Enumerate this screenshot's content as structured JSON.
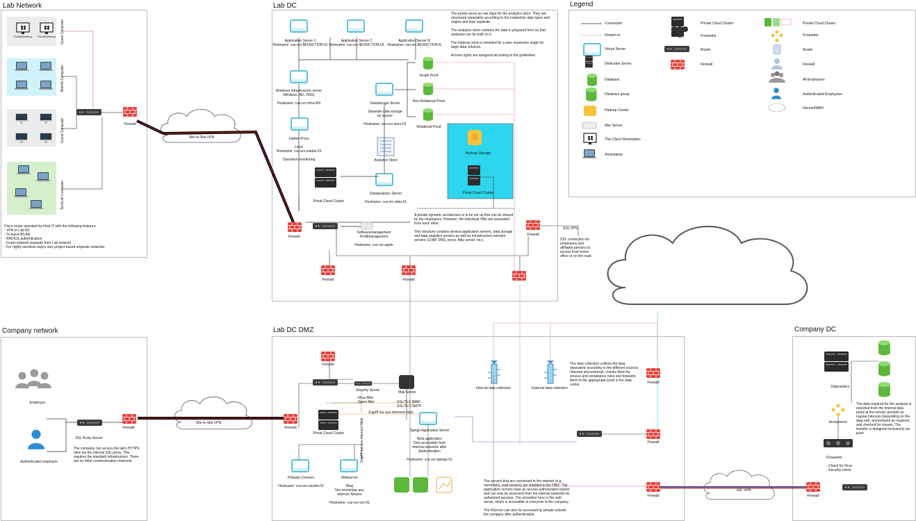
{
  "panels": {
    "lab_network": "Lab Network",
    "lab_dc": "Lab DC",
    "legend": "Legend",
    "company_network": "Company network",
    "lab_dc_dmz": "Lab DC DMZ",
    "company_dc": "Company DC"
  },
  "lab_network": {
    "pc1": "PowerDesktop",
    "pc2": "PowerDesktop",
    "group_labels": [
      "Guest Computer",
      "Bioinfo Computer",
      "Guest Computer",
      "TechLab Computer"
    ],
    "firewall": "Firewall",
    "vpn": "Site-to-Site VPN",
    "notes": "Cisco router operated by Host IT with the following features:\n- VPN to Lab RZ\n- Tri-band WLAN\n- RADIUS authentication\n- Guest network separate from Lab network\n- For highly sensitive topics also project based separate networks"
  },
  "lab_dc": {
    "app1": "Application Server 1\nHostname: cus-srv-$FUNCTION-01",
    "app2": "Application Server 2\nHostname: cus-srv-$FUNCTION-03",
    "appn": "Application Server N\nHostname: cus-srv-$FUNCTION-N",
    "winsrv": "Windows Infrastructure server\nWindows (AD, DNS)\n\nHostname: cus-srv-infra-NN",
    "datastorage": "Datastorage Server\n\nSeparate data storage\nby source\n\nHostname: cus-srv-store-01",
    "zabbix": "Zabbix Proxy\n\nLinux\nHostname: cus-srv-zabbix-01\n\nOperation monitoring",
    "graph": "Graph Pond",
    "nonrel": "Non-Relational Pond",
    "rel": "Relational Pond",
    "analytics_store": "Analytics Store",
    "private_cluster": "Privat Cloud Cluster",
    "dataanalytics": "Dataanalytics Server\n\nHostname: cus-srv-data-01",
    "hadoop": "Hadoop Storage",
    "hadoop_cluster": "Privat Cloud Cluster",
    "software": "Softwaremanagement\nProfilmanagement\n\nHostname: cus-srv-apple",
    "firewall": "Firewall",
    "note_top": "The ponds serve as raw input for the analytics store. They are structured separately according to the respective data types and origins and kept separate.\n\nThe analytics store contains the data in prepared form so that analyses can be built on it.\n\nThe Hadoop store is intended for a later expansion stage for large data volumes.\n\nAccess rights are assigned according to the guidelines.",
    "note_bottom": "A private dynamic architecture is to be set up that can be shared by the employees. However, the individual VMs are separated from each other.\n\nThis structure contains several application servers, data storage and data analytics servers as well as infrastructure-relevant servers (LDAP, DNS, proxy, Mac server, etc.).",
    "ssl_vpn": "SSL VPN",
    "ssl_note": "SSL connection for\nemployees and\naffiliated persons to\naccess from home\noffice or on the road."
  },
  "legend": {
    "col1": [
      "Connection",
      "Hosted on",
      "Virtual Server",
      "Dedicated Server",
      "Database",
      "Database group",
      "Hadoop Cluster",
      "Mac Server",
      "Thin Client Workstation",
      "Workstation"
    ],
    "col2": [
      "Private Cloud Cluster",
      "Forwarder",
      "Router",
      "Firewall"
    ],
    "col3": [
      "Private Cloud Cluster",
      "Forwarder",
      "Router",
      "Firewall",
      "All Employees",
      "Authenticated Employees",
      "Internet/WAN"
    ]
  },
  "company_network": {
    "employee": "Employee",
    "auth_employee": "Authenticated employee",
    "ssl_proxy": "SSL Proxy Server",
    "firewall": "Firewall",
    "vpn": "Site-to-Site VPN",
    "note": "The company can access the lab's HTTPS sites via the internal SSL proxy. This requires the standard infrastructure. There are no other communication channels."
  },
  "dmz": {
    "firewall": "Firewall",
    "security": "Security Server",
    "virus": "- Virus filter\n- Spam filter",
    "mail": "Mail-Server",
    "mail_proto": "- SSL/TLS IMAP\n- SSL/TLS SMTP",
    "zugriff": "Zugriff nur aus internem Netz",
    "zugriff_v": "Zugriff nur aus internem Netz",
    "cluster": "Privat Cloud Cluster",
    "django": "Django Application Server\n\nBeta application\nOnly accessible from\ninternal networks after\nAuthentication\n\nHostname: cus-srv-django-01",
    "rstudio": "RStudio Connect\n\nHostname: cus-srv-rstudio-01",
    "web": "Webserver\n\nBlog\nNur erreichbar aus\ninternen Netzen\n\nHostname: cus-srv-xxx-01",
    "internal_collect": "Internal data collection",
    "external_collect": "External data collection",
    "collect_note": "The data collection collects the data separately according to the different sources (internal and external), checks them for viruses and compliance rules and forwards them to the appropriate pond in the data center.",
    "servers_note": "The servers that are connected to the internet (e.g. harvesters, mail servers) are shielded in the DMZ. The application servers have an access authorization barrier and can only be accessed from the internal networks by authorized persons. The exception here is the web server, which is accessible to everyone in the company.\n\nThe RServer can also be accessed by people outside the company after authentication.",
    "ssl_vpn": "SSL VPN"
  },
  "company_dc": {
    "datacenters": "Datacenters",
    "anonymizer": "Anonymizer",
    "forwarder": "Forwarder\n\n- Check for Virus\n- Security check",
    "firewall": "Firewall",
    "note": "The data required for the analysis is exported from the internal data pools at the service provider at regular intervals (depending on the data set), anonymized as required, and checked for viruses. The transfer is designed exclusively via push."
  }
}
